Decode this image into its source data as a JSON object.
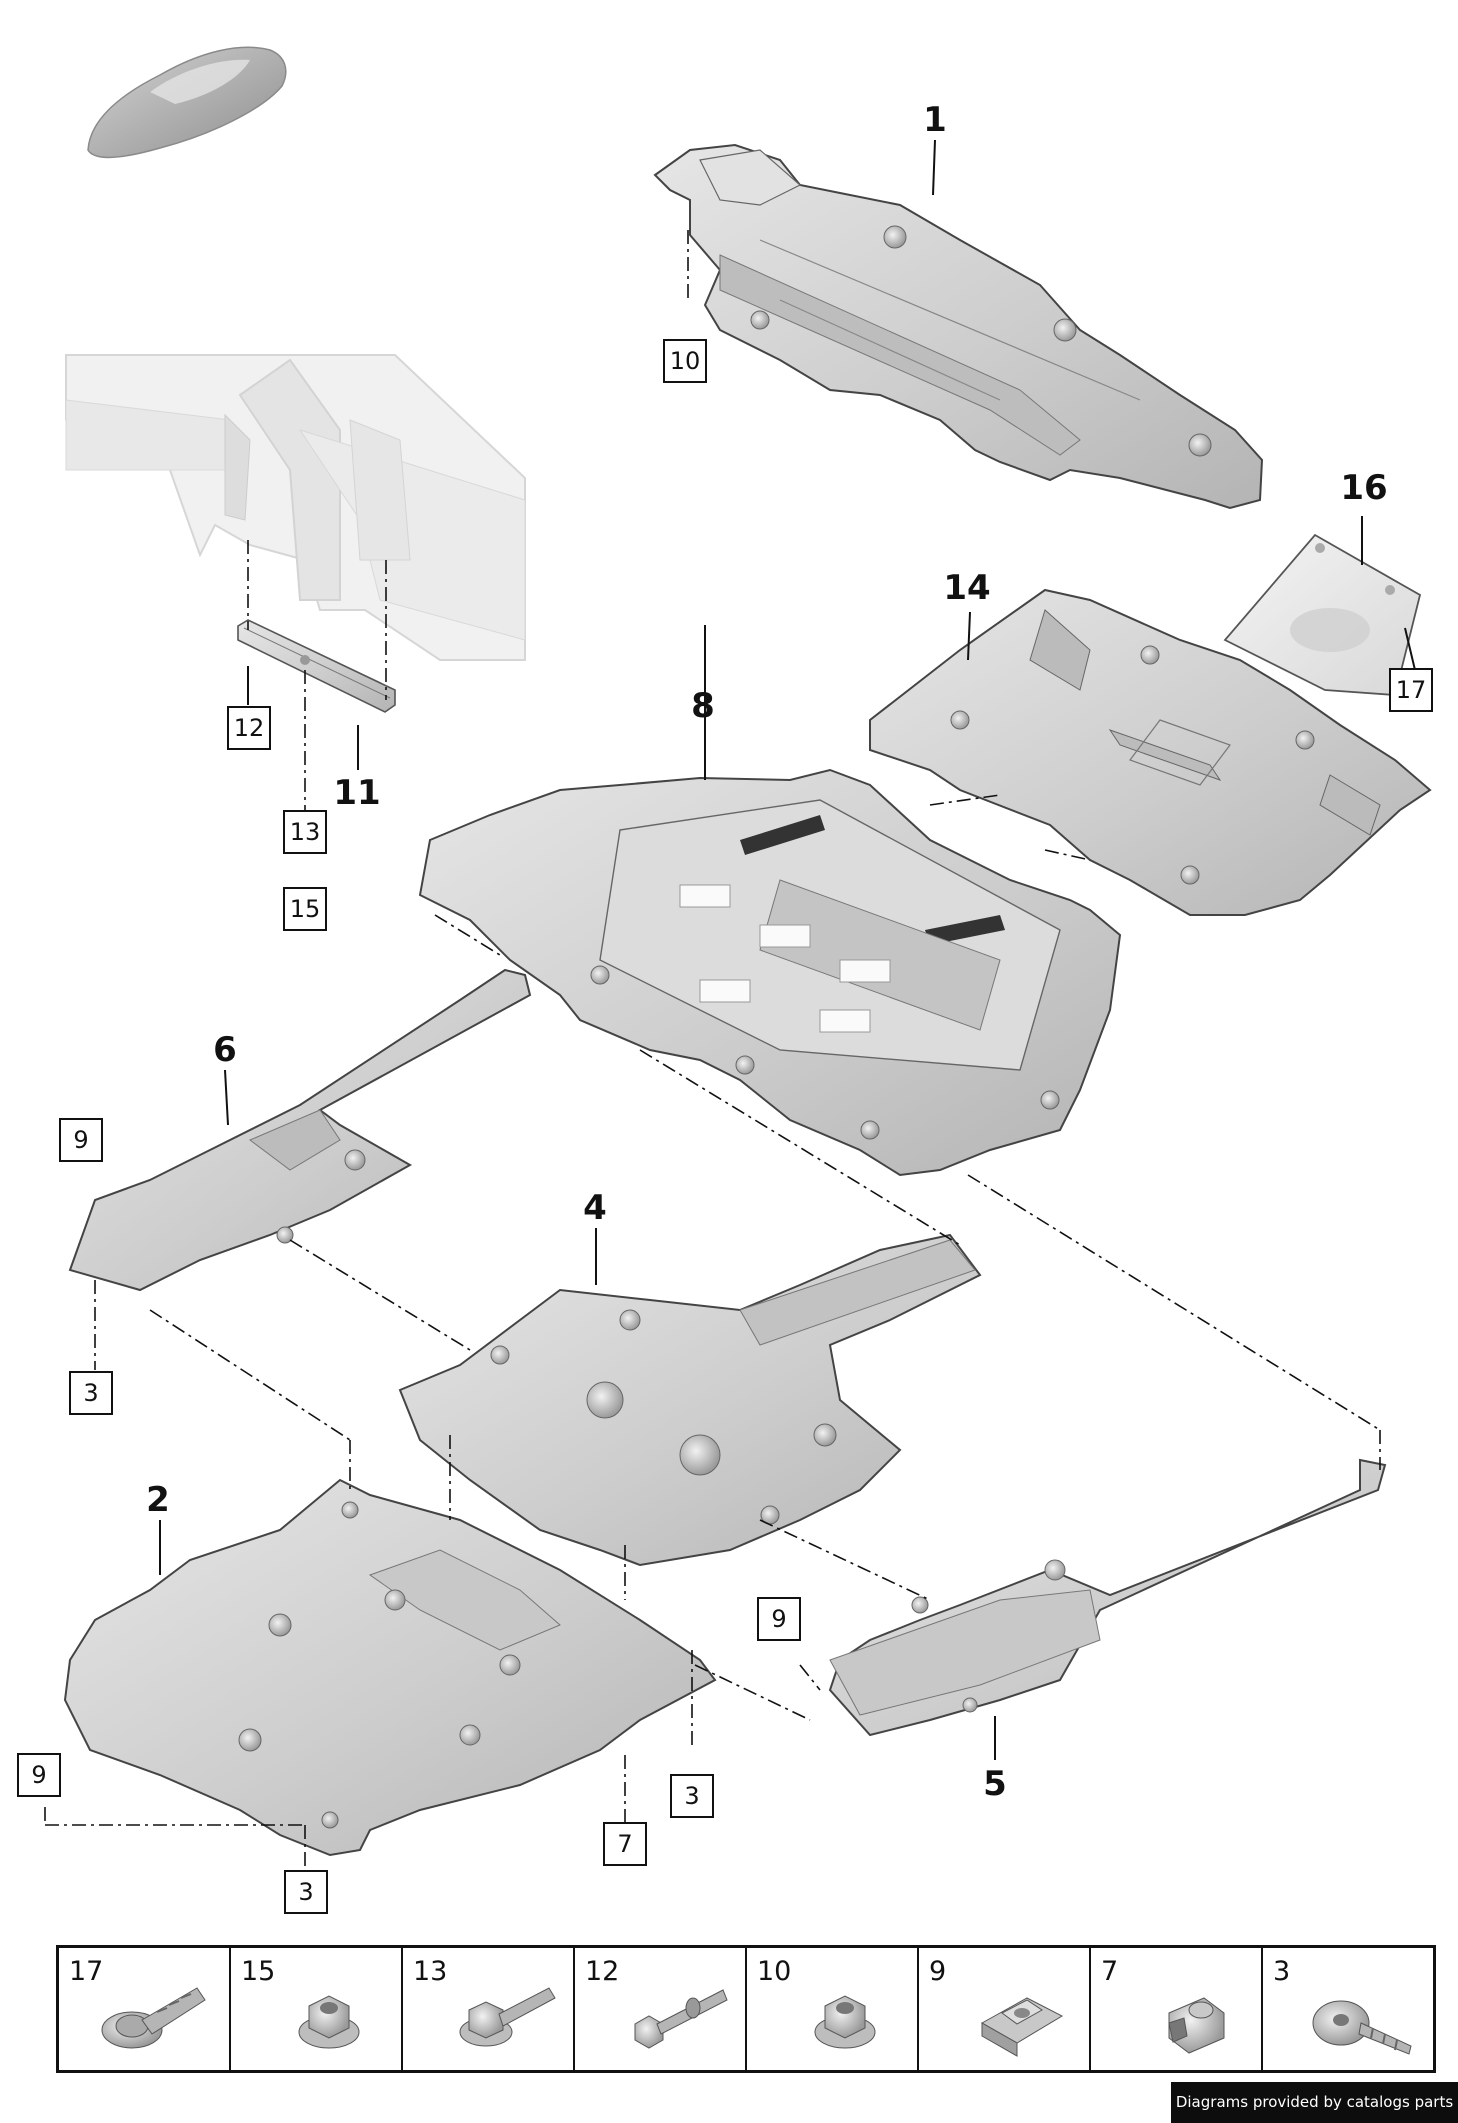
{
  "callouts": {
    "c1": "1",
    "c2": "2",
    "c4": "4",
    "c5": "5",
    "c6": "6",
    "c8": "8",
    "c11": "11",
    "c14": "14",
    "c16": "16"
  },
  "boxes": {
    "b10": "10",
    "b12": "12",
    "b13": "13",
    "b15": "15",
    "b17": "17",
    "b9a": "9",
    "b3a": "3",
    "b9b": "9",
    "b3b": "3",
    "b7": "7",
    "b9c": "9",
    "b3c": "3"
  },
  "legend": [
    {
      "num": "17",
      "icon": "bolt-with-washer-icon"
    },
    {
      "num": "15",
      "icon": "flange-nut-icon"
    },
    {
      "num": "13",
      "icon": "hex-bolt-icon"
    },
    {
      "num": "12",
      "icon": "stud-bolt-icon"
    },
    {
      "num": "10",
      "icon": "flange-nut-icon"
    },
    {
      "num": "9",
      "icon": "spring-clip-nut-icon"
    },
    {
      "num": "7",
      "icon": "cage-nut-icon"
    },
    {
      "num": "3",
      "icon": "pan-head-screw-icon"
    }
  ],
  "credit": "Diagrams provided by catalogs parts",
  "colors": {
    "panel": "#cfcfcf",
    "panel_dark": "#9a9a9a",
    "outline": "#6b6b6b",
    "ink": "#111111"
  }
}
